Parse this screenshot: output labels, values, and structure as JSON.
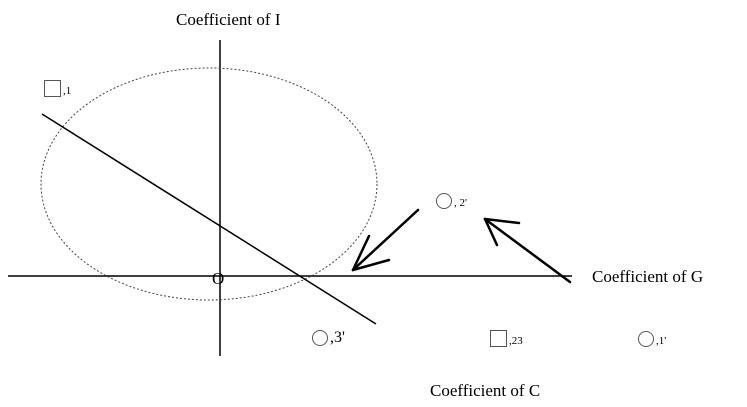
{
  "axes": {
    "vertical_title": "Coefficient of I",
    "horizontal_title": "Coefficient of C",
    "origin": "O"
  },
  "labels": {
    "g_arrow": "Coefficient of G"
  },
  "markers": {
    "m1": {
      "shape": "square",
      "suffix": ",1"
    },
    "m2": {
      "shape": "circle",
      "suffix": ", 2'"
    },
    "m3": {
      "shape": "circle",
      "suffix": ",3'"
    },
    "m4": {
      "shape": "square",
      "suffix": ",23"
    },
    "m5": {
      "shape": "circle",
      "suffix": ",1'"
    }
  },
  "colors": {
    "stroke": "#000000",
    "marker_border": "#555555"
  }
}
